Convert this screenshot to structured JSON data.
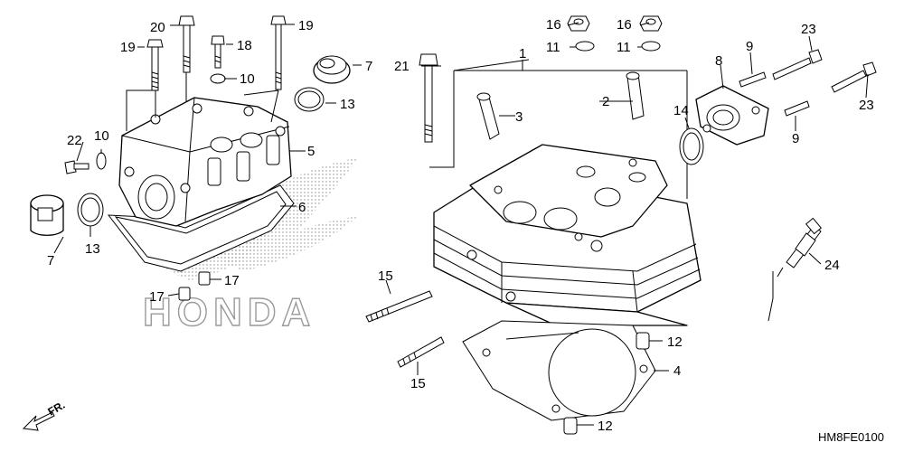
{
  "diagram": {
    "code": "HM8FE0100",
    "direction_label": "FR.",
    "watermark": "HONDA",
    "callouts": {
      "c1": "1",
      "c2": "2",
      "c3": "3",
      "c4": "4",
      "c5": "5",
      "c6": "6",
      "c7a": "7",
      "c7b": "7",
      "c8": "8",
      "c9a": "9",
      "c9b": "9",
      "c10a": "10",
      "c10b": "10",
      "c11a": "11",
      "c11b": "11",
      "c12a": "12",
      "c12b": "12",
      "c13a": "13",
      "c13b": "13",
      "c14": "14",
      "c15a": "15",
      "c15b": "15",
      "c16a": "16",
      "c16b": "16",
      "c17a": "17",
      "c17b": "17",
      "c18": "18",
      "c19a": "19",
      "c19b": "19",
      "c20": "20",
      "c21": "21",
      "c22": "22",
      "c23a": "23",
      "c23b": "23",
      "c24": "24"
    }
  }
}
